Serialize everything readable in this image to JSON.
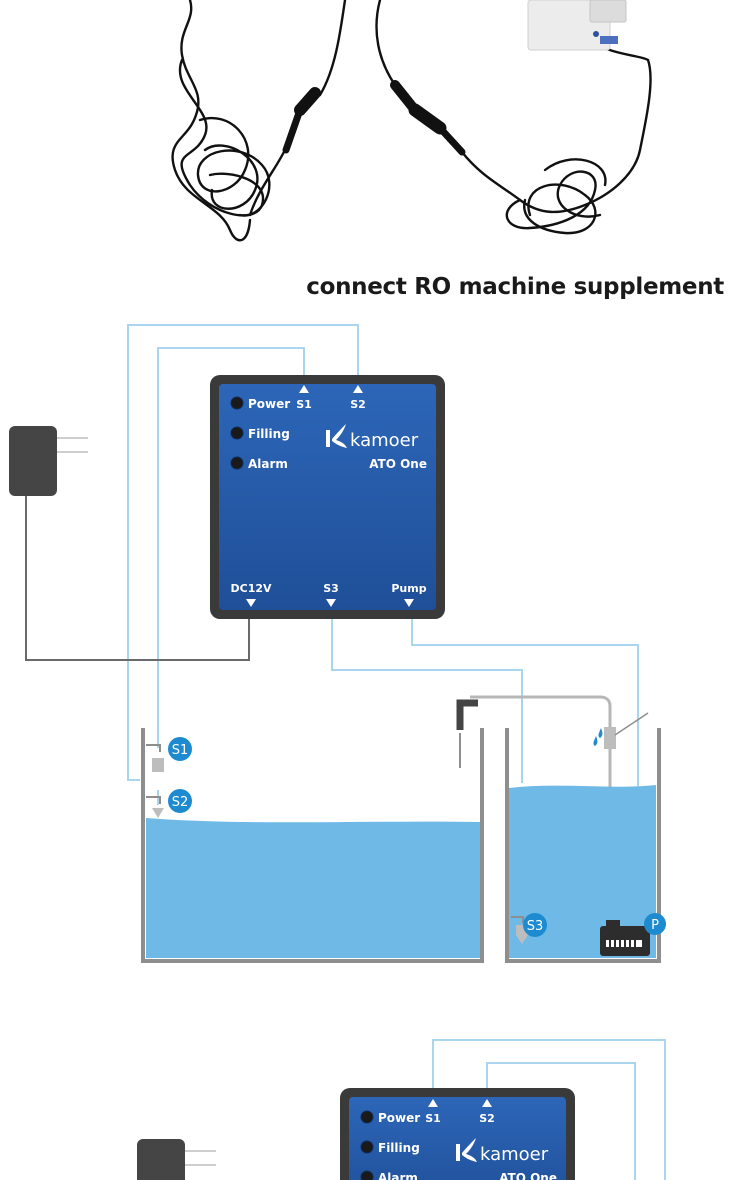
{
  "caption": "connect RO machine supplement",
  "device": {
    "brand": "kamoer",
    "model": "ATO One",
    "indicators": [
      "Power",
      "Filling",
      "Alarm"
    ],
    "top_ports": [
      "S1",
      "S2"
    ],
    "bottom_ports": [
      "DC12V",
      "S3",
      "Pump"
    ]
  },
  "sensors": [
    "S1",
    "S2",
    "S3"
  ],
  "pump_label": "P",
  "colors": {
    "device_blue": "#2459a8",
    "device_frame": "#3a3a3a",
    "water": "#6fb9e6",
    "wire": "#a9d6ee",
    "badge": "#1e8bd0",
    "adapter": "#454545",
    "tank_wall": "#8e8e8e"
  }
}
